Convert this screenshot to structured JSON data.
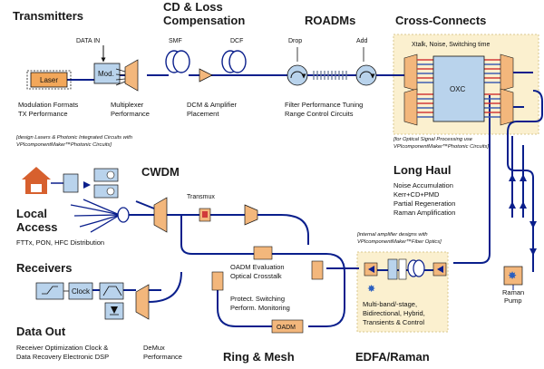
{
  "sections": {
    "transmitters": "Transmitters",
    "cd_loss_1": "CD & Loss",
    "cd_loss_2": "Compensation",
    "roadms": "ROADMs",
    "cross_connects": "Cross-Connects",
    "cwdm": "CWDM",
    "long_haul": "Long Haul",
    "local_access_1": "Local",
    "local_access_2": "Access",
    "receivers": "Receivers",
    "data_out": "Data Out",
    "ring_mesh": "Ring & Mesh",
    "edfa_raman": "EDFA/Raman"
  },
  "labels": {
    "data_in": "DATA IN",
    "smf": "SMF",
    "dcf": "DCF",
    "drop": "Drop",
    "add": "Add",
    "laser": "Laser",
    "mod": "Mod.",
    "oxc": "OXC",
    "xc_header": "Xtalk, Noise, Switching time",
    "transmux": "Transmux",
    "clock": "Clock",
    "oadm": "OADM",
    "raman_pump_1": "Raman",
    "raman_pump_2": "Pump"
  },
  "captions": {
    "tx_1": "Modulation Formats",
    "tx_2": "TX Performance",
    "mux_1": "Multiplexer",
    "mux_2": "Performance",
    "dcm_1": "DCM & Amplifier",
    "dcm_2": "Placement",
    "roadm_1": "Filter Performance Tuning",
    "roadm_2": "Range Control Circuits",
    "lh_1": "Noise Accumulation",
    "lh_2": "Kerr+CD+PMD",
    "lh_3": "Partial Regeneration",
    "lh_4": "Raman Amplification",
    "access": "FTTx, PON, HFC Distribution",
    "oadm_1": "OADM Evaluation",
    "oadm_2": "Optical Crosstalk",
    "protect_1": "Protect. Switching",
    "protect_2": "Perform. Monitoring",
    "edfa_1": "Multi-band/-stage,",
    "edfa_2": "Bidirectional, Hybrid,",
    "edfa_3": "Transients & Control",
    "rx_1": "Receiver Optimization Clock &",
    "rx_2": "Data Recovery Electronic DSP",
    "demux_1": "DeMux",
    "demux_2": "Performance"
  },
  "notes": {
    "tx_1": "[design Lasers & Photonic Integrated Circuits with",
    "tx_2": "VPIcomponentMaker™Photonic Circuits]",
    "xc_1": "[for Optical Signal Processing use",
    "xc_2": "VPIcomponentMaker™Photonic Circuits]",
    "edfa_1": "[internal amplifier designs with",
    "edfa_2": "VPIcomponentMaker™Fiber Optics]"
  },
  "colors": {
    "fiber": "#0a1f8c",
    "box_fill": "#b9d3ec",
    "panel_fill": "#fbf0cf",
    "orange": "#f3b77c",
    "laser": "#f2a75a",
    "house": "#d7602e"
  }
}
